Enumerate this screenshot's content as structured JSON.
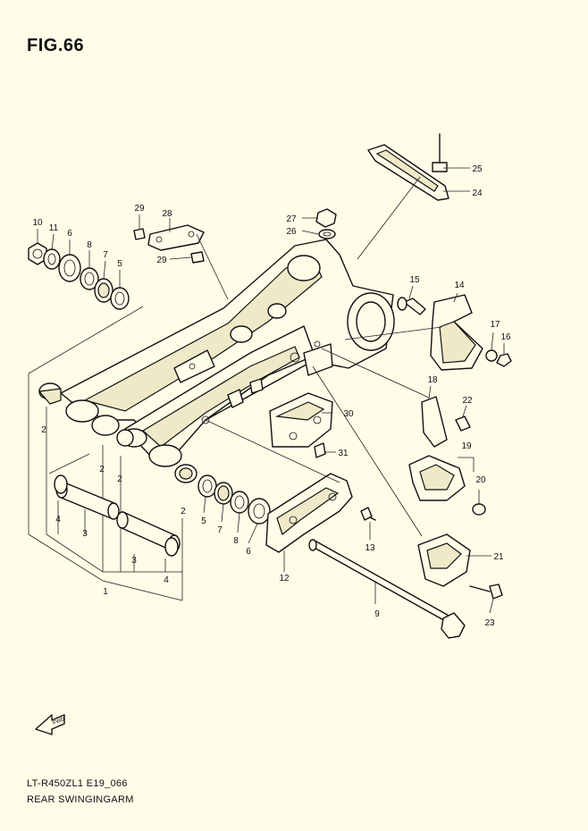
{
  "figure": {
    "title": "FIG.66",
    "model_code": "LT-R450ZL1 E19_066",
    "caption": "REAR SWINGINGARM"
  },
  "callouts": [
    "1",
    "2",
    "3",
    "4",
    "5",
    "6",
    "7",
    "8",
    "9",
    "10",
    "11",
    "12",
    "13",
    "14",
    "15",
    "16",
    "17",
    "18",
    "19",
    "20",
    "21",
    "22",
    "23",
    "24",
    "25",
    "26",
    "27",
    "28",
    "29",
    "30",
    "31"
  ],
  "icons": {
    "front_arrow": "fwd-arrow-icon"
  }
}
